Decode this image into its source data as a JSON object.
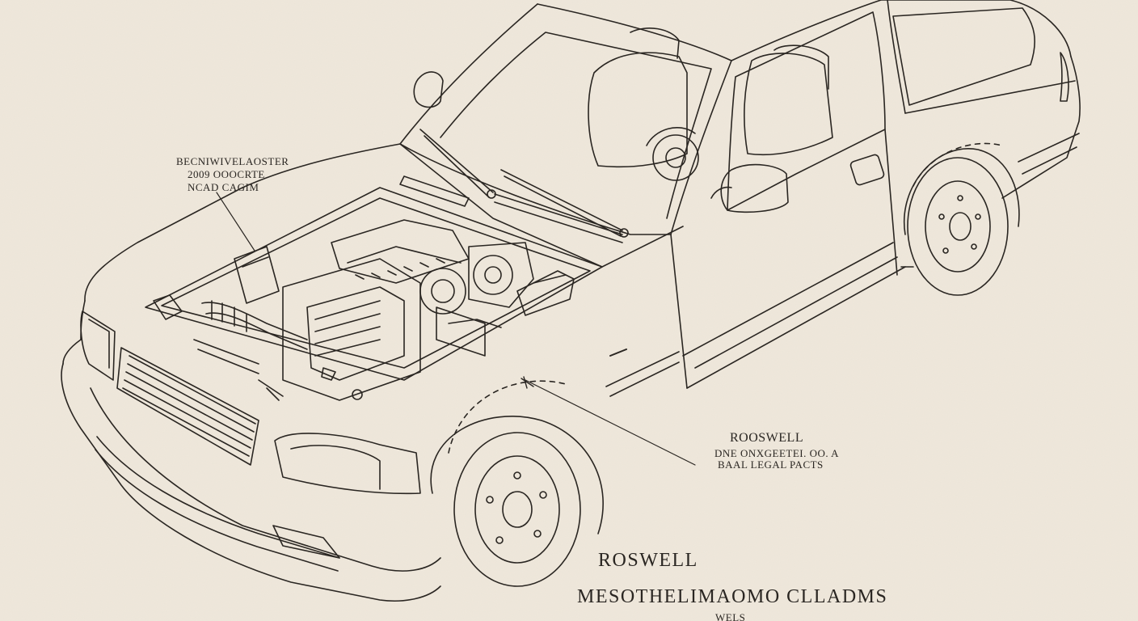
{
  "ink_color": "#2a2622",
  "paper_color": "#efe8dc",
  "callout_engine": {
    "line1": "BECNIWIVELAOSTER",
    "line2": "2009 OOOCRTE",
    "line3": "NCAD CAGIM"
  },
  "callout_fender": {
    "line1": "ROOSWELL",
    "line2": "DNE ONXGEETEI. OO. A",
    "line3": "BAAL LEGAL PACTS"
  },
  "footer": {
    "brand": "ROSWELL",
    "title": "MESOTHELIMAOMO  CLLADMS",
    "subtitle": "WELS"
  }
}
